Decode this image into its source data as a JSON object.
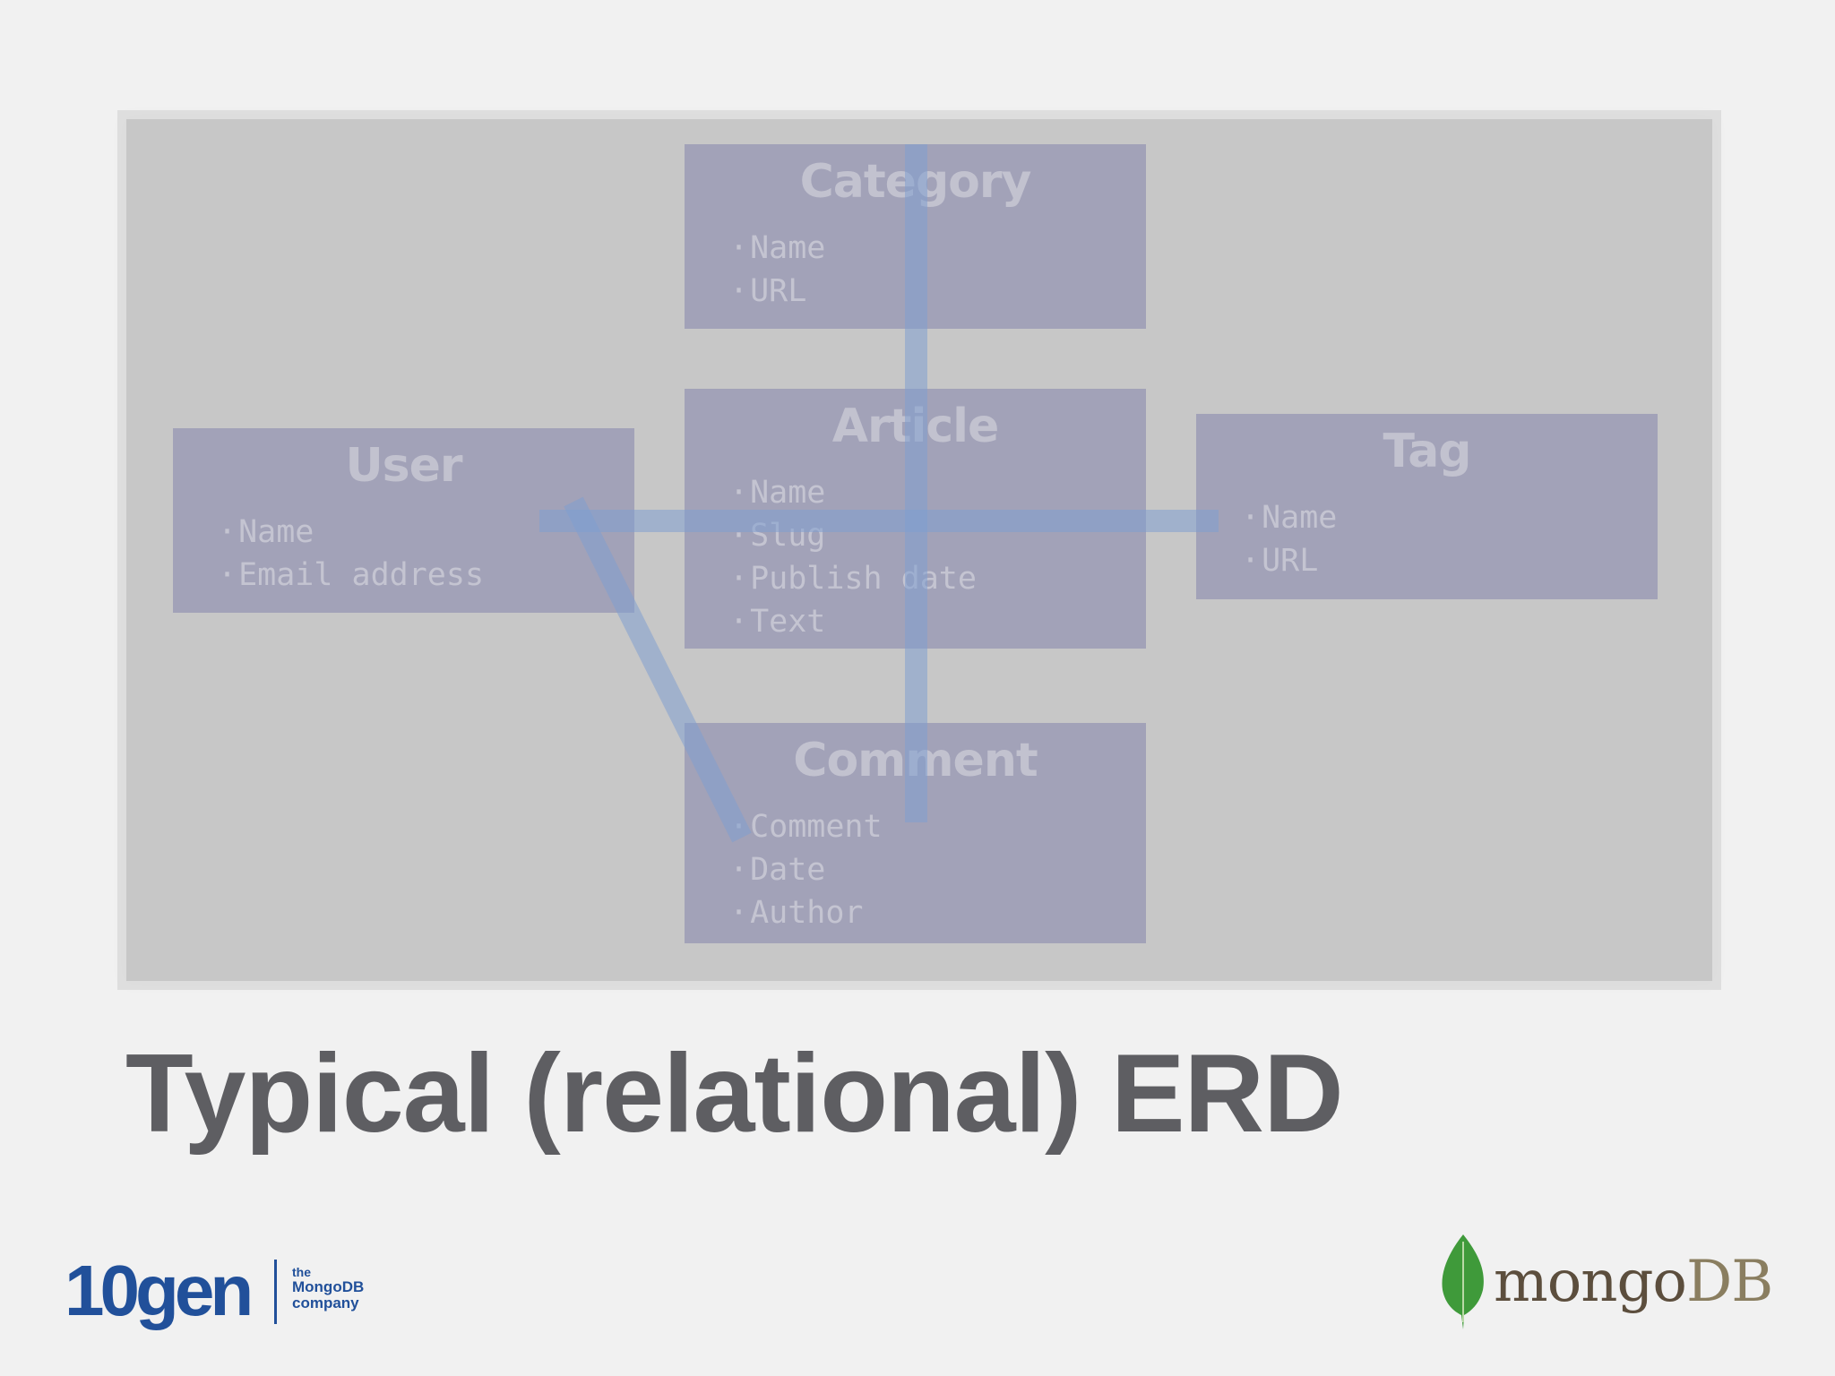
{
  "slide": {
    "title": "Typical (relational) ERD"
  },
  "diagram": {
    "entities": {
      "category": {
        "title": "Category",
        "fields": [
          "Name",
          "URL"
        ]
      },
      "article": {
        "title": "Article",
        "fields": [
          "Name",
          "Slug",
          "Publish date",
          "Text"
        ]
      },
      "user": {
        "title": "User",
        "fields": [
          "Name",
          "Email address"
        ]
      },
      "tag": {
        "title": "Tag",
        "fields": [
          "Name",
          "URL"
        ]
      },
      "comment": {
        "title": "Comment",
        "fields": [
          "Comment",
          "Date",
          "Author"
        ]
      }
    },
    "colors": {
      "background": "#c7c7c7",
      "entity_fill": "#a2a2b8",
      "connector": "#7f9fcf"
    }
  },
  "logos": {
    "left": {
      "word": "10gen",
      "tagline": [
        "the",
        "MongoDB",
        "company"
      ]
    },
    "right": {
      "word_mongo": "mongo",
      "word_db": "DB",
      "leaf_color": "#3f9a3a"
    }
  }
}
